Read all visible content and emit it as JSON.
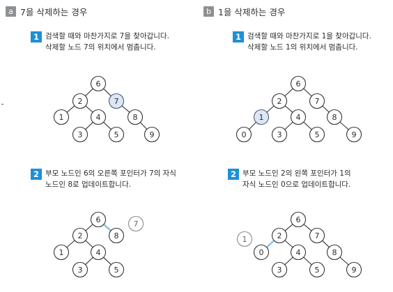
{
  "sections": [
    {
      "badge": "a",
      "title": "7을 삭제하는 경우",
      "steps": [
        {
          "num": "1",
          "lines": [
            "검색할 때와 마찬가지로 7을 찾아갑니다.",
            "삭제할 노드 7의 위치에서 멈춥니다."
          ]
        },
        {
          "num": "2",
          "lines": [
            "부모 노드인 6의 오른쪽 포인터가 7의 자식",
            "노드인 8로 업데이트합니다."
          ]
        }
      ]
    },
    {
      "badge": "b",
      "title": "1을 삭제하는 경우",
      "steps": [
        {
          "num": "1",
          "lines": [
            "검색할 때와 마찬가지로 1을 찾아갑니다.",
            "삭제할 노드 1의 위치에서 멈춥니다."
          ]
        },
        {
          "num": "2",
          "lines": [
            "부모 노드인 2의 왼쪽 포인터가 1의",
            "자식 노드인 0으로 업데이트합니다."
          ]
        }
      ]
    }
  ],
  "trees": {
    "a1": {
      "nodes": [
        {
          "id": "n6",
          "label": "6",
          "state": "normal"
        },
        {
          "id": "n2",
          "label": "2",
          "state": "normal"
        },
        {
          "id": "n7",
          "label": "7",
          "state": "highlight"
        },
        {
          "id": "n1",
          "label": "1",
          "state": "normal"
        },
        {
          "id": "n4",
          "label": "4",
          "state": "normal"
        },
        {
          "id": "n8",
          "label": "8",
          "state": "normal"
        },
        {
          "id": "n3",
          "label": "3",
          "state": "normal"
        },
        {
          "id": "n5",
          "label": "5",
          "state": "normal"
        },
        {
          "id": "n9",
          "label": "9",
          "state": "normal"
        }
      ],
      "edges": [
        [
          "n6",
          "n2",
          "normal"
        ],
        [
          "n6",
          "n7",
          "normal"
        ],
        [
          "n2",
          "n1",
          "normal"
        ],
        [
          "n2",
          "n4",
          "normal"
        ],
        [
          "n7",
          "n8",
          "normal"
        ],
        [
          "n4",
          "n3",
          "normal"
        ],
        [
          "n4",
          "n5",
          "normal"
        ],
        [
          "n8",
          "n9",
          "normal"
        ]
      ]
    },
    "a2": {
      "nodes": [
        {
          "id": "n6",
          "label": "6",
          "state": "normal"
        },
        {
          "id": "n2",
          "label": "2",
          "state": "normal"
        },
        {
          "id": "n8",
          "label": "8",
          "state": "normal"
        },
        {
          "id": "n7",
          "label": "7",
          "state": "removed"
        },
        {
          "id": "n1",
          "label": "1",
          "state": "normal"
        },
        {
          "id": "n4",
          "label": "4",
          "state": "normal"
        },
        {
          "id": "n3",
          "label": "3",
          "state": "normal"
        },
        {
          "id": "n5",
          "label": "5",
          "state": "normal"
        }
      ],
      "edges": [
        [
          "n6",
          "n2",
          "normal"
        ],
        [
          "n6",
          "n8",
          "new"
        ],
        [
          "n2",
          "n1",
          "normal"
        ],
        [
          "n2",
          "n4",
          "normal"
        ],
        [
          "n4",
          "n3",
          "normal"
        ],
        [
          "n4",
          "n5",
          "normal"
        ]
      ]
    },
    "b1": {
      "nodes": [
        {
          "id": "n6",
          "label": "6",
          "state": "normal"
        },
        {
          "id": "n2",
          "label": "2",
          "state": "normal"
        },
        {
          "id": "n7",
          "label": "7",
          "state": "normal"
        },
        {
          "id": "n1",
          "label": "1",
          "state": "highlight"
        },
        {
          "id": "n4",
          "label": "4",
          "state": "normal"
        },
        {
          "id": "n8",
          "label": "8",
          "state": "normal"
        },
        {
          "id": "n0",
          "label": "0",
          "state": "normal"
        },
        {
          "id": "n3",
          "label": "3",
          "state": "normal"
        },
        {
          "id": "n5",
          "label": "5",
          "state": "normal"
        },
        {
          "id": "n9",
          "label": "9",
          "state": "normal"
        }
      ],
      "edges": [
        [
          "n6",
          "n2",
          "normal"
        ],
        [
          "n6",
          "n7",
          "normal"
        ],
        [
          "n2",
          "n1",
          "normal"
        ],
        [
          "n2",
          "n4",
          "normal"
        ],
        [
          "n7",
          "n8",
          "normal"
        ],
        [
          "n1",
          "n0",
          "normal"
        ],
        [
          "n4",
          "n3",
          "normal"
        ],
        [
          "n4",
          "n5",
          "normal"
        ],
        [
          "n8",
          "n9",
          "normal"
        ]
      ]
    },
    "b2": {
      "nodes": [
        {
          "id": "n6",
          "label": "6",
          "state": "normal"
        },
        {
          "id": "n2",
          "label": "2",
          "state": "normal"
        },
        {
          "id": "n7",
          "label": "7",
          "state": "normal"
        },
        {
          "id": "n1",
          "label": "1",
          "state": "removed"
        },
        {
          "id": "n0",
          "label": "0",
          "state": "normal"
        },
        {
          "id": "n4",
          "label": "4",
          "state": "normal"
        },
        {
          "id": "n8",
          "label": "8",
          "state": "normal"
        },
        {
          "id": "n3",
          "label": "3",
          "state": "normal"
        },
        {
          "id": "n5",
          "label": "5",
          "state": "normal"
        },
        {
          "id": "n9",
          "label": "9",
          "state": "normal"
        }
      ],
      "edges": [
        [
          "n6",
          "n2",
          "normal"
        ],
        [
          "n6",
          "n7",
          "normal"
        ],
        [
          "n2",
          "n0",
          "new"
        ],
        [
          "n2",
          "n4",
          "normal"
        ],
        [
          "n7",
          "n8",
          "normal"
        ],
        [
          "n4",
          "n3",
          "normal"
        ],
        [
          "n4",
          "n5",
          "normal"
        ],
        [
          "n8",
          "n9",
          "normal"
        ]
      ]
    }
  }
}
